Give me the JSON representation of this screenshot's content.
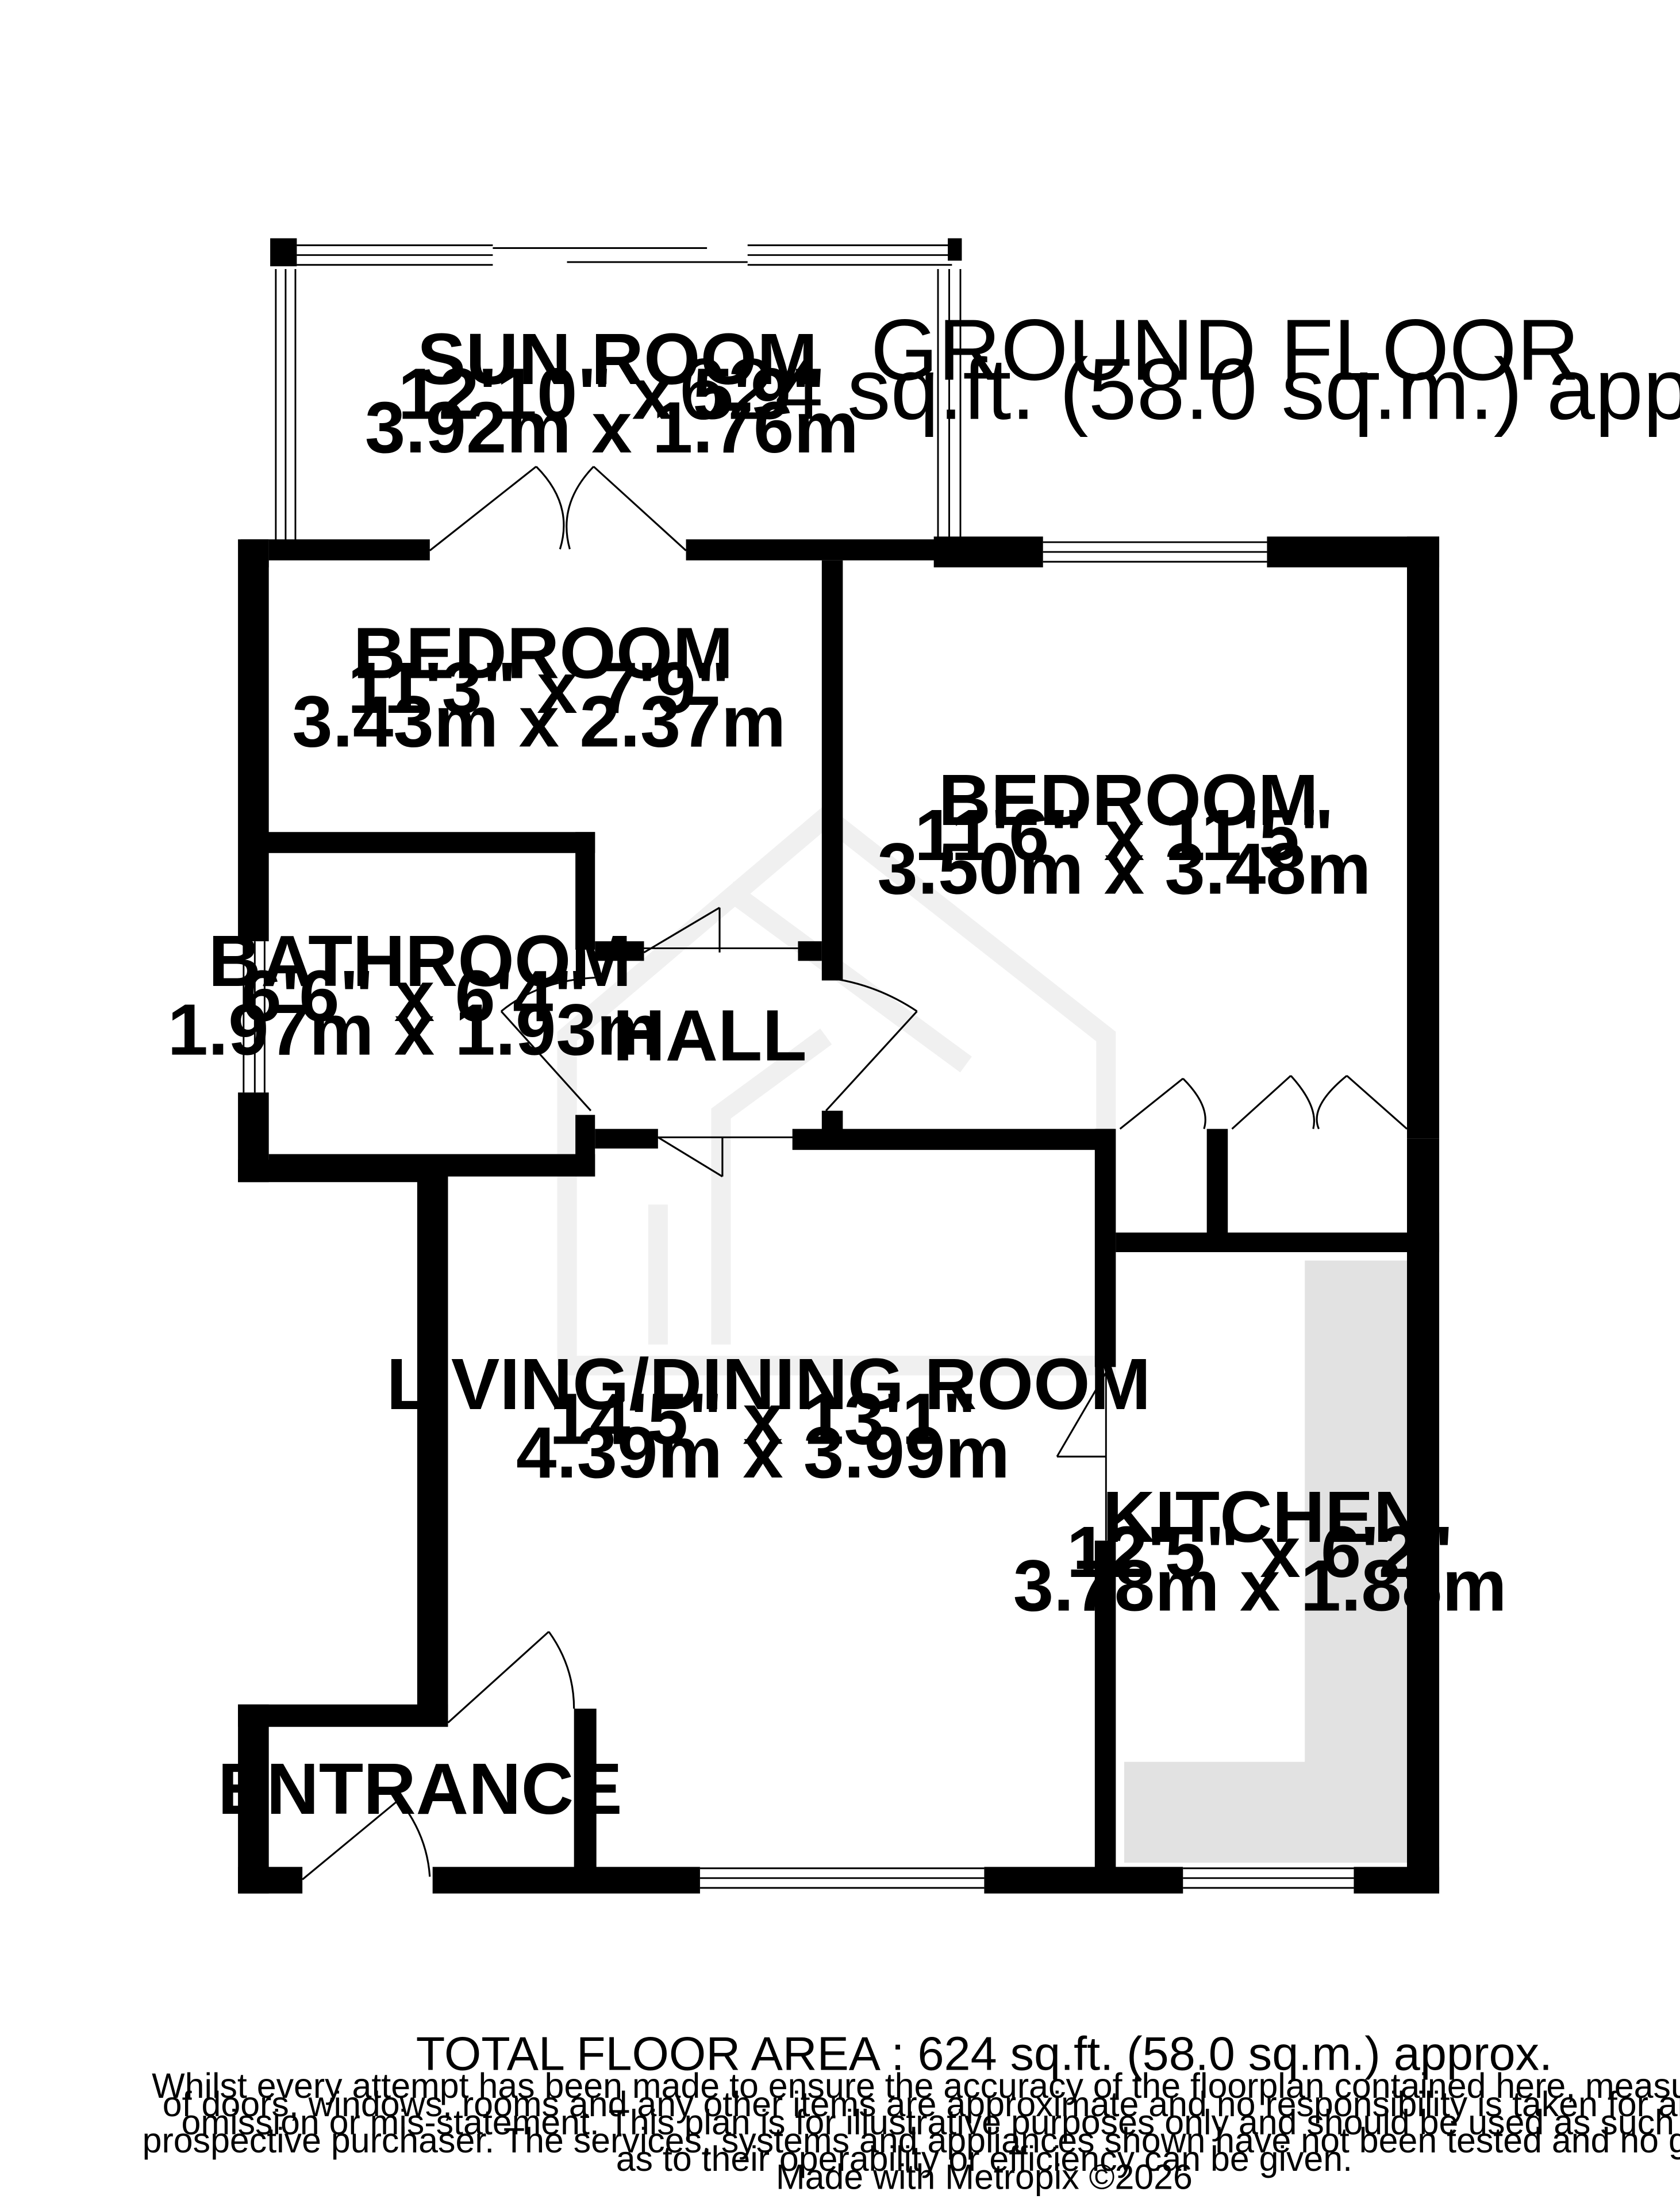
{
  "floor": {
    "title": "GROUND FLOOR",
    "area": "624 sq.ft. (58.0 sq.m.) approx."
  },
  "rooms": {
    "sun_room": {
      "name": "SUN ROOM",
      "imperial": "12'10\"  x 5'9\"",
      "metric": "3.92m  x 1.76m"
    },
    "bedroom_1": {
      "name": "BEDROOM",
      "imperial": "11'3\"  x 7'9\"",
      "metric": "3.43m  x 2.37m"
    },
    "bedroom_2": {
      "name": "BEDROOM",
      "imperial": "11'6\"  x 11'5\"",
      "metric": "3.50m  x 3.48m"
    },
    "bathroom": {
      "name": "BATHROOM",
      "imperial": "6'6\"  x 6'4\"",
      "metric": "1.97m  x 1.93m"
    },
    "hall": {
      "name": "HALL"
    },
    "living": {
      "name": "LIVING/DINING ROOM",
      "imperial": "14'5\"  x 13'1\"",
      "metric": "4.39m  x 3.99m"
    },
    "kitchen": {
      "name": "KITCHEN",
      "imperial": "12'5\"  x 6'2\"",
      "metric": "3.78m  x 1.88m"
    },
    "entrance": {
      "name": "ENTRANCE"
    }
  },
  "footer": {
    "total": "TOTAL FLOOR AREA : 624 sq.ft. (58.0 sq.m.) approx.",
    "disclaimer": [
      "Whilst every attempt has been made to ensure the accuracy of the floorplan contained here, measurements",
      "of doors, windows, rooms and any other items are approximate and no responsibility is taken for any error,",
      "omission or mis-statement. This plan is for illustrative purposes only and should be used as such by any",
      "prospective purchaser. The services, systems and appliances shown have not been tested and no guarantee",
      "as to their operability or efficiency can be given."
    ],
    "credit": "Made with Metropix ©2026"
  },
  "colors": {
    "wall": "#000000",
    "counter": "#e2e2e2",
    "watermark": "#f0f0f0"
  }
}
